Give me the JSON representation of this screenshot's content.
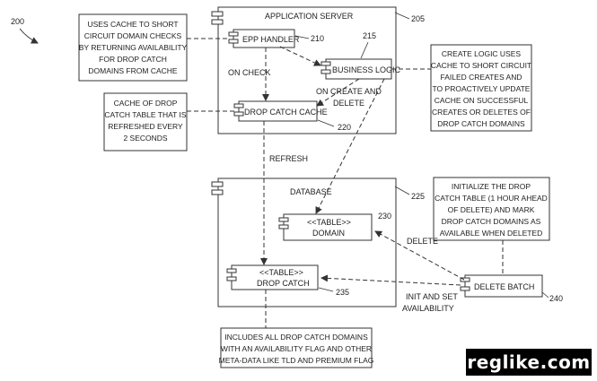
{
  "figure_number": "200",
  "app_server": {
    "title": "APPLICATION SERVER",
    "ref": "205"
  },
  "epp_handler": {
    "label": "EPP HANDLER",
    "ref": "210"
  },
  "business_logic": {
    "label": "BUSINESS LOGIC",
    "ref": "215"
  },
  "drop_catch_cache": {
    "label": "DROP CATCH CACHE",
    "ref": "220"
  },
  "database": {
    "title": "DATABASE",
    "ref": "225"
  },
  "domain_table": {
    "stereotype": "<<TABLE>>",
    "label": "DOMAIN",
    "ref": "230"
  },
  "drop_catch_table": {
    "stereotype": "<<TABLE>>",
    "label": "DROP CATCH",
    "ref": "235"
  },
  "delete_batch": {
    "label": "DELETE BATCH",
    "ref": "240"
  },
  "edges": {
    "on_check": "ON CHECK",
    "on_create_1": "ON CREATE AND",
    "on_create_2": "DELETE",
    "refresh": "REFRESH",
    "delete": "DELETE",
    "init_1": "INIT AND SET",
    "init_2": "AVAILABILITY"
  },
  "notes": {
    "cache_short_circuit": [
      "USES CACHE TO SHORT",
      "CIRCUIT DOMAIN CHECKS",
      "BY RETURNING AVAILABILITY",
      "FOR DROP CATCH",
      "DOMAINS FROM CACHE"
    ],
    "create_logic": [
      "CREATE LOGIC USES",
      "CACHE TO SHORT CIRCUIT",
      "FAILED CREATES AND",
      "TO PROACTIVELY UPDATE",
      "CACHE ON SUCCESSFUL",
      "CREATES OR DELETES OF",
      "DROP CATCH DOMAINS"
    ],
    "cache_refresh": [
      "CACHE OF DROP",
      "CATCH TABLE THAT IS",
      "REFRESHED EVERY",
      "2 SECONDS"
    ],
    "initialize": [
      "INITIALIZE THE DROP",
      "CATCH TABLE (1 HOUR AHEAD",
      "OF DELETE) AND MARK",
      "DROP CATCH DOMAINS AS",
      "AVAILABLE WHEN DELETED"
    ],
    "includes": [
      "INCLUDES ALL DROP CATCH DOMAINS",
      "WITH AN AVAILABILITY FLAG AND OTHER",
      "META-DATA LIKE TLD AND PREMIUM FLAG"
    ]
  },
  "watermark": "reglike.com"
}
